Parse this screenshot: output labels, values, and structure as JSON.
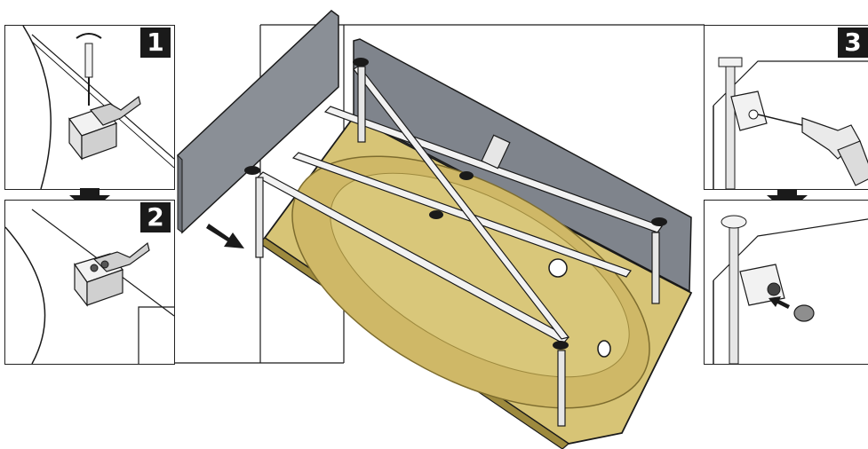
{
  "steps": [
    {
      "number": "1"
    },
    {
      "number": "2"
    },
    {
      "number": "3"
    }
  ],
  "colors": {
    "tub_gold": "#cfb867",
    "tub_shadow": "#9e8a3e",
    "panel_gray": "#8a8f96",
    "frame_white": "#f2f2f2",
    "line": "#1a1a1a",
    "badge": "#1a1a1a"
  },
  "icons": [
    "screwdriver-icon",
    "drill-icon",
    "arrow-down-icon",
    "arrow-icon"
  ]
}
